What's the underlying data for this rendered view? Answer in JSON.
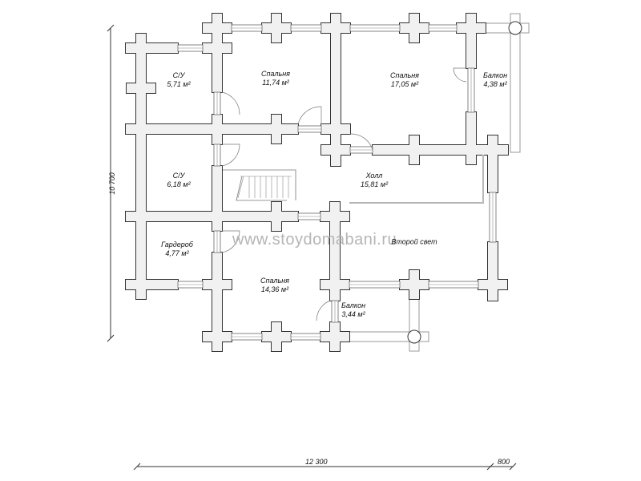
{
  "watermark": "www.stoydomabani.ru",
  "rooms": [
    {
      "name": "С/У",
      "area": "5,71 м²"
    },
    {
      "name": "Спальня",
      "area": "11,74 м²"
    },
    {
      "name": "Спальня",
      "area": "17,05 м²"
    },
    {
      "name": "Балкон",
      "area": "4,38 м²"
    },
    {
      "name": "С/У",
      "area": "6,18 м²"
    },
    {
      "name": "Холл",
      "area": "15,81 м²"
    },
    {
      "name": "Гардероб",
      "area": "4,77 м²"
    },
    {
      "name": "Второй свет",
      "area": ""
    },
    {
      "name": "Спальня",
      "area": "14,36 м²"
    },
    {
      "name": "Балкон",
      "area": "3,44 м²"
    }
  ],
  "dimensions": {
    "vertical": "10 700",
    "horizontal_main": "12 300",
    "horizontal_extra": "800"
  },
  "colors": {
    "wall_fill": "#f1f1f1",
    "wall_stroke": "#333333",
    "balcony_stroke": "#9a9a9a"
  }
}
